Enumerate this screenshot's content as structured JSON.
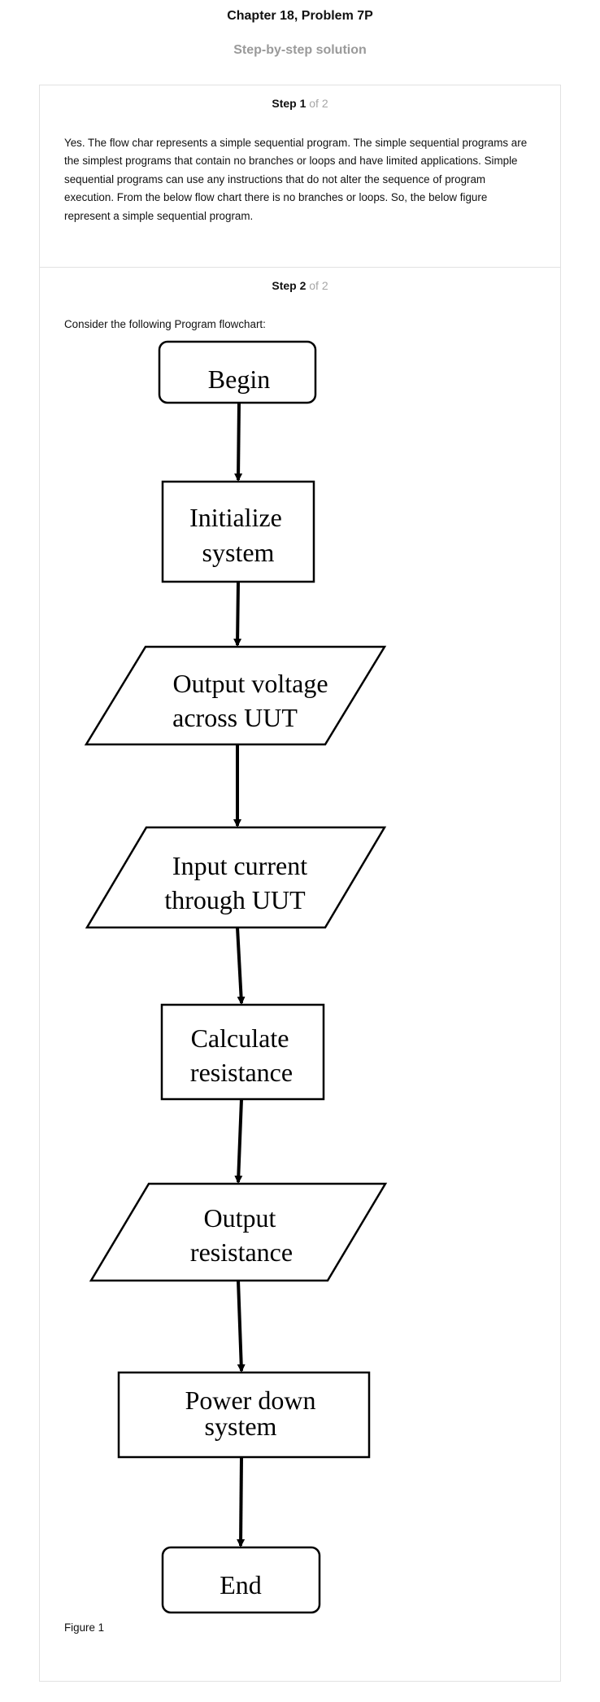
{
  "header": {
    "chapter_title": "Chapter 18, Problem 7P",
    "subtitle": "Step-by-step solution"
  },
  "step1": {
    "label": "Step 1",
    "of_label": "of 2",
    "text": "Yes. The flow char represents a simple sequential program. The simple sequential programs are the simplest programs that contain no branches or loops and have limited applications. Simple sequential programs can use any instructions that do not alter the sequence of program execution. From the below flow chart there is no branches or loops. So, the below figure represent a simple sequential program."
  },
  "step2": {
    "label": "Step 2",
    "of_label": "of 2",
    "intro": "Consider the following Program flowchart:",
    "figure_caption": "Figure 1"
  },
  "flowchart": {
    "nodes": [
      {
        "id": "begin",
        "shape": "terminator",
        "lines": [
          "Begin"
        ]
      },
      {
        "id": "init",
        "shape": "process",
        "lines": [
          "Initialize",
          "system"
        ]
      },
      {
        "id": "outv",
        "shape": "io",
        "lines": [
          "Output voltage",
          "across UUT"
        ]
      },
      {
        "id": "inc",
        "shape": "io",
        "lines": [
          "Input current",
          "through UUT"
        ]
      },
      {
        "id": "calc",
        "shape": "process",
        "lines": [
          "Calculate",
          "resistance"
        ]
      },
      {
        "id": "outr",
        "shape": "io",
        "lines": [
          "Output",
          "resistance"
        ]
      },
      {
        "id": "pwr",
        "shape": "process",
        "lines": [
          "Power down",
          "system"
        ]
      },
      {
        "id": "end",
        "shape": "terminator",
        "lines": [
          "End"
        ]
      }
    ]
  }
}
